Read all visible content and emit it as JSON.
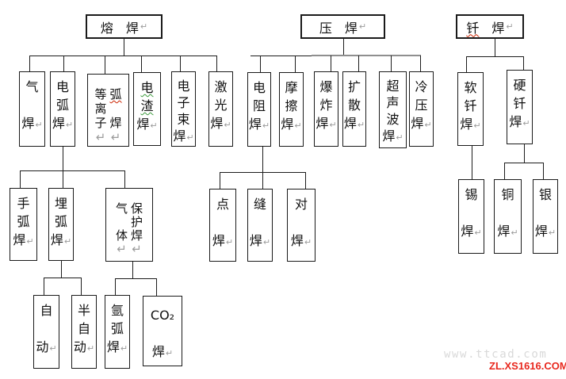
{
  "diagram": {
    "glyphs": {
      "pilcrow": "↵"
    },
    "colors": {
      "box_border": "#1a1a1a",
      "connector": "#1c1c1c",
      "connector_gray": "#8f8f8f",
      "paragraph_mark": "#9b9b9b",
      "squiggle_red": "#cc2200",
      "squiggle_green": "#3a9a3a",
      "watermark_gray": "#d9d9d9",
      "watermark_red": "#e8281e"
    },
    "headers": {
      "melt": {
        "label": "熔焊",
        "chars": [
          "熔",
          "焊"
        ]
      },
      "press": {
        "label": "压焊",
        "chars": [
          "压",
          "焊"
        ]
      },
      "braze": {
        "label": "钎焊",
        "chars": [
          "钎",
          "焊"
        ]
      }
    },
    "nodes": {
      "gas": {
        "label": "气焊",
        "lines": [
          "气",
          "",
          "焊↵"
        ]
      },
      "arc": {
        "label": "电弧焊",
        "lines": [
          "电",
          "弧",
          "焊↵"
        ]
      },
      "plasma": {
        "label": "等离子弧焊",
        "col1": [
          "等",
          "离",
          "子",
          "↵"
        ],
        "col2": [
          "弧",
          "",
          "焊",
          "↵"
        ]
      },
      "slag": {
        "label": "电渣焊",
        "lines": [
          "电",
          "渣",
          "焊↵"
        ]
      },
      "ebeam": {
        "label": "电子束焊",
        "lines": [
          "电",
          "子",
          "束",
          "焊↵"
        ]
      },
      "laser": {
        "label": "激光焊",
        "lines": [
          "激",
          "光",
          "焊↵"
        ]
      },
      "resist": {
        "label": "电阻焊",
        "lines": [
          "电",
          "阻",
          "焊↵"
        ]
      },
      "friction": {
        "label": "摩擦焊",
        "lines": [
          "摩",
          "擦",
          "焊↵"
        ]
      },
      "explosion": {
        "label": "爆炸焊",
        "lines": [
          "爆",
          "炸",
          "焊↵"
        ]
      },
      "diffusion": {
        "label": "扩散焊",
        "lines": [
          "扩",
          "散",
          "焊↵"
        ]
      },
      "ultrasonic": {
        "label": "超声波焊",
        "lines": [
          "超",
          "声",
          "波",
          "焊↵"
        ]
      },
      "cold": {
        "label": "冷压焊",
        "lines": [
          "冷",
          "压",
          "焊↵"
        ]
      },
      "soft": {
        "label": "软钎焊",
        "lines": [
          "软",
          "钎",
          "焊↵"
        ]
      },
      "hard": {
        "label": "硬钎焊",
        "lines": [
          "硬",
          "钎",
          "焊↵"
        ]
      },
      "manual": {
        "label": "手弧焊",
        "lines": [
          "手",
          "弧",
          "焊↵"
        ]
      },
      "submerged": {
        "label": "埋弧焊",
        "lines": [
          "埋",
          "弧",
          "焊↵"
        ]
      },
      "gasShield": {
        "label": "气体保护焊",
        "col1": [
          "气",
          "",
          "体",
          "↵"
        ],
        "col2": [
          "保",
          "护",
          "焊",
          "↵"
        ]
      },
      "spot": {
        "label": "点焊",
        "lines": [
          "点",
          "",
          "焊↵"
        ]
      },
      "seam": {
        "label": "缝焊",
        "lines": [
          "缝",
          "",
          "焊↵"
        ]
      },
      "butt": {
        "label": "对焊",
        "lines": [
          "对",
          "",
          "焊↵"
        ]
      },
      "tin": {
        "label": "锡焊",
        "lines": [
          "锡",
          "",
          "焊↵"
        ]
      },
      "copper": {
        "label": "铜焊",
        "lines": [
          "铜",
          "",
          "焊↵"
        ]
      },
      "silver": {
        "label": "银焊",
        "lines": [
          "银",
          "",
          "焊↵"
        ]
      },
      "auto": {
        "label": "自动",
        "lines": [
          "自",
          "",
          "动↵"
        ]
      },
      "semi": {
        "label": "半自动",
        "lines": [
          "半",
          "自",
          "动↵"
        ]
      },
      "argon": {
        "label": "氩弧焊",
        "lines": [
          "氩",
          "弧",
          "焊↵"
        ]
      },
      "co2": {
        "label": "CO₂焊",
        "lines": [
          "CO₂",
          "",
          "焊↵"
        ]
      }
    },
    "watermarks": {
      "gray_text": "www.ttcad.com",
      "red_text": "ZL.XS1616.COM"
    }
  }
}
